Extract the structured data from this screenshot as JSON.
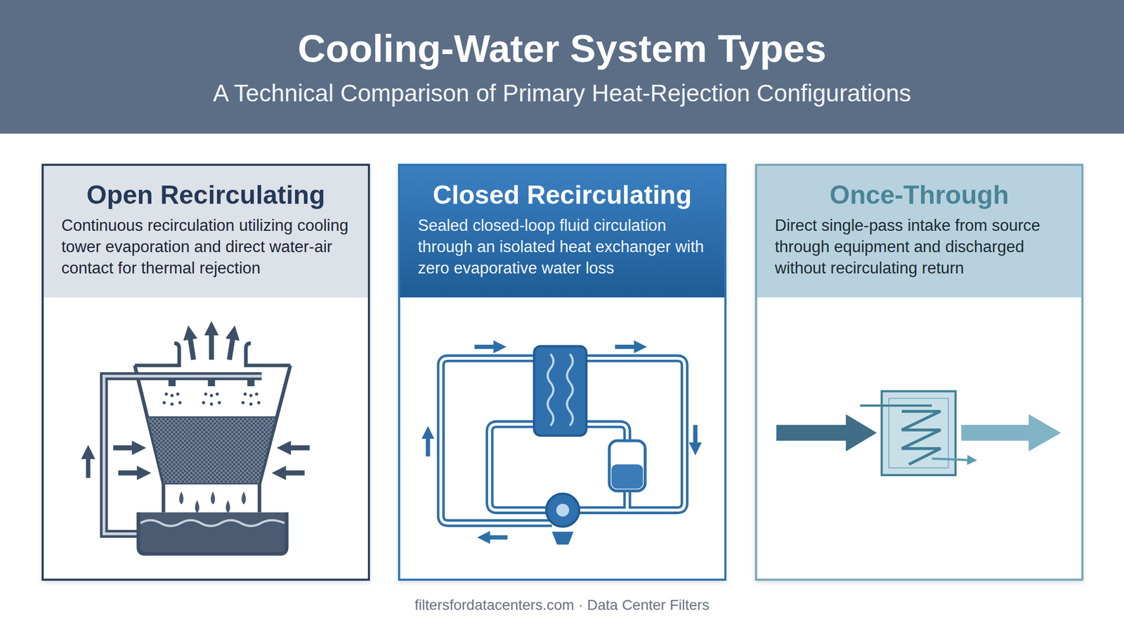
{
  "diagram": {
    "title": "Cooling-Water System Types",
    "nodes": [
      {
        "text": [
          "Open Recirculating",
          "Continuous recirculation utilizing cooling tower evaporation and direct water-air contact for thermal rejection"
        ]
      },
      {
        "text": [
          "Closed Recirculating",
          "Sealed closed-loop fluid circulation through an isolated heat exchanger with zero evaporative water loss"
        ]
      },
      {
        "text": [
          "Once-Through",
          "Direct single-pass intake from source through equipment and discharged without recirculating return"
        ]
      }
    ],
    "labels": [
      "A Technical Comparison of Primary Heat-Rejection Configurations",
      "filtersfordatacenters.com · Data Center Filters"
    ]
  }
}
